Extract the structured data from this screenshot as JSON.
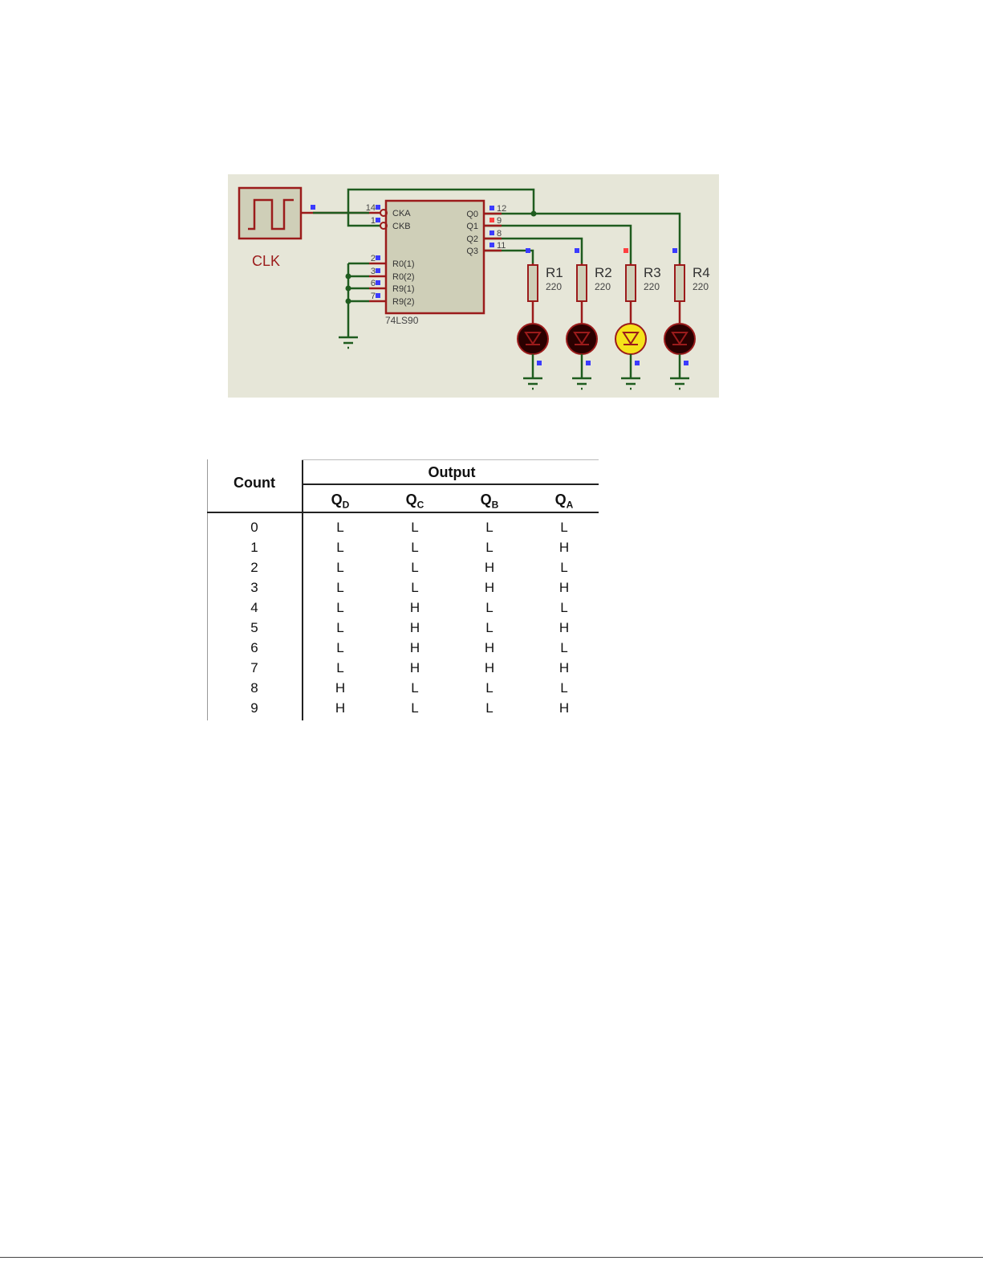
{
  "schematic": {
    "clock_label": "CLK",
    "chip": {
      "name": "74LS90",
      "left_pins": [
        {
          "num": "14",
          "label": "CKA"
        },
        {
          "num": "1",
          "label": "CKB"
        },
        {
          "num": "2",
          "label": "R0(1)"
        },
        {
          "num": "3",
          "label": "R0(2)"
        },
        {
          "num": "6",
          "label": "R9(1)"
        },
        {
          "num": "7",
          "label": "R9(2)"
        }
      ],
      "right_pins": [
        {
          "num": "12",
          "label": "Q0",
          "state": "low"
        },
        {
          "num": "9",
          "label": "Q1",
          "state": "high"
        },
        {
          "num": "8",
          "label": "Q2",
          "state": "low"
        },
        {
          "num": "11",
          "label": "Q3",
          "state": "low"
        }
      ]
    },
    "resistors": [
      {
        "name": "R1",
        "value": "220",
        "led_on": false
      },
      {
        "name": "R2",
        "value": "220",
        "led_on": false
      },
      {
        "name": "R3",
        "value": "220",
        "led_on": true
      },
      {
        "name": "R4",
        "value": "220",
        "led_on": false
      }
    ],
    "colors": {
      "background": "#e6e6d8",
      "component": "#9b1b1b",
      "wire": "#1f5c1f",
      "led_off": "#2a0000",
      "led_on": "#f5e31a",
      "pin_low": "#3b3bff",
      "pin_high": "#ff4040"
    }
  },
  "table": {
    "count_header": "Count",
    "output_header": "Output",
    "columns": [
      {
        "main": "Q",
        "sub": "D"
      },
      {
        "main": "Q",
        "sub": "C"
      },
      {
        "main": "Q",
        "sub": "B"
      },
      {
        "main": "Q",
        "sub": "A"
      }
    ],
    "rows": [
      {
        "count": "0",
        "values": [
          "L",
          "L",
          "L",
          "L"
        ]
      },
      {
        "count": "1",
        "values": [
          "L",
          "L",
          "L",
          "H"
        ]
      },
      {
        "count": "2",
        "values": [
          "L",
          "L",
          "H",
          "L"
        ]
      },
      {
        "count": "3",
        "values": [
          "L",
          "L",
          "H",
          "H"
        ]
      },
      {
        "count": "4",
        "values": [
          "L",
          "H",
          "L",
          "L"
        ]
      },
      {
        "count": "5",
        "values": [
          "L",
          "H",
          "L",
          "H"
        ]
      },
      {
        "count": "6",
        "values": [
          "L",
          "H",
          "H",
          "L"
        ]
      },
      {
        "count": "7",
        "values": [
          "L",
          "H",
          "H",
          "H"
        ]
      },
      {
        "count": "8",
        "values": [
          "H",
          "L",
          "L",
          "L"
        ]
      },
      {
        "count": "9",
        "values": [
          "H",
          "L",
          "L",
          "H"
        ]
      }
    ]
  }
}
